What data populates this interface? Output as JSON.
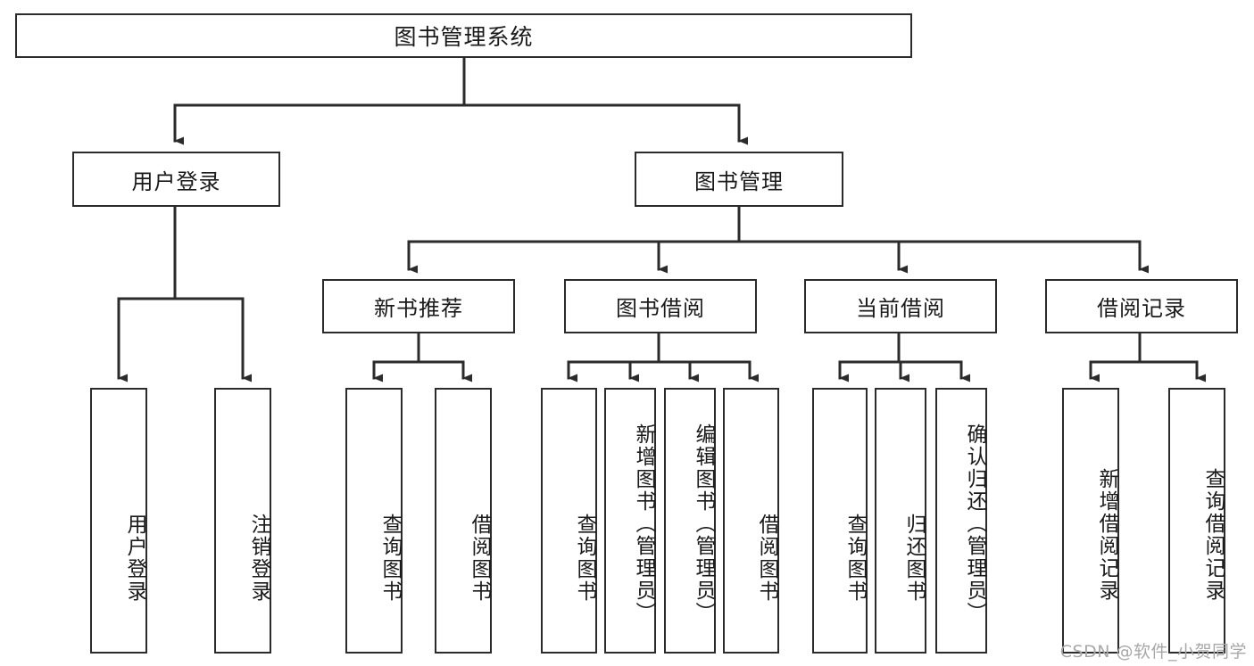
{
  "diagram": {
    "title": "图书管理系统",
    "type": "tree-hierarchy",
    "orientation": "top-down",
    "line_color": "#2b2b2b",
    "box_fill": "#ffffff",
    "box_border_color": "#2b2b2b",
    "text_color": "#1a1a1a",
    "watermark": "CSDN @软件_小贺同学",
    "watermark_color": "#a8a8a8"
  },
  "nodes": {
    "root": {
      "label": "图书管理系统",
      "level": 1,
      "orientation": "horizontal"
    },
    "level2": [
      {
        "id": "user-login",
        "label": "用户登录",
        "orientation": "horizontal"
      },
      {
        "id": "book-management",
        "label": "图书管理",
        "orientation": "horizontal"
      }
    ],
    "level3": [
      {
        "id": "new-book-recommend",
        "label": "新书推荐",
        "orientation": "horizontal",
        "parent": "book-management"
      },
      {
        "id": "book-borrow",
        "label": "图书借阅",
        "orientation": "horizontal",
        "parent": "book-management"
      },
      {
        "id": "current-borrow",
        "label": "当前借阅",
        "orientation": "horizontal",
        "parent": "book-management"
      },
      {
        "id": "borrow-record",
        "label": "借阅记录",
        "orientation": "horizontal",
        "parent": "book-management"
      }
    ],
    "leaves": [
      {
        "id": "leaf-user-login",
        "label": "用户登录",
        "orientation": "vertical",
        "parent": "user-login"
      },
      {
        "id": "leaf-logout-login",
        "label": "注销登录",
        "orientation": "vertical",
        "parent": "user-login"
      },
      {
        "id": "leaf-query-book-1",
        "label": "查询图书",
        "orientation": "vertical",
        "parent": "new-book-recommend"
      },
      {
        "id": "leaf-borrow-book-1",
        "label": "借阅图书",
        "orientation": "vertical",
        "parent": "new-book-recommend"
      },
      {
        "id": "leaf-query-book-2",
        "label": "查询图书",
        "orientation": "vertical",
        "parent": "book-borrow"
      },
      {
        "id": "leaf-add-book",
        "label": "新增图书（管理员）",
        "orientation": "vertical",
        "parent": "book-borrow"
      },
      {
        "id": "leaf-edit-book",
        "label": "编辑图书（管理员）",
        "orientation": "vertical",
        "parent": "book-borrow"
      },
      {
        "id": "leaf-borrow-book-2",
        "label": "借阅图书",
        "orientation": "vertical",
        "parent": "book-borrow"
      },
      {
        "id": "leaf-query-book-3",
        "label": "查询图书",
        "orientation": "vertical",
        "parent": "current-borrow"
      },
      {
        "id": "leaf-return-book",
        "label": "归还图书",
        "orientation": "vertical",
        "parent": "current-borrow"
      },
      {
        "id": "leaf-confirm-return",
        "label": "确认归还（管理员）",
        "orientation": "vertical",
        "parent": "current-borrow"
      },
      {
        "id": "leaf-add-record",
        "label": "新增借阅记录",
        "orientation": "vertical",
        "parent": "borrow-record"
      },
      {
        "id": "leaf-query-record",
        "label": "查询借阅记录",
        "orientation": "vertical",
        "parent": "borrow-record"
      }
    ]
  }
}
